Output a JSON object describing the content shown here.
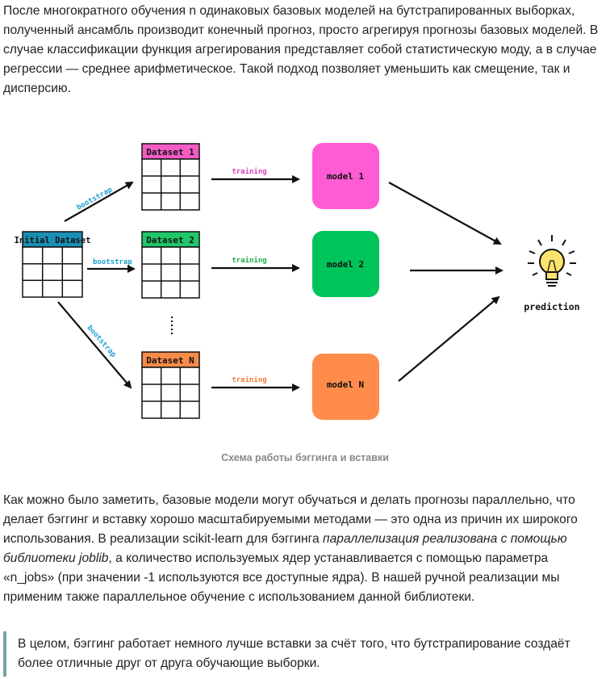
{
  "paragraph1": "После многократного обучения n одинаковых базовых моделей на бутстрапированных выборках, полученный ансамбль производит конечный прогноз, просто агрегируя прогнозы базовых моделей. В случае классификации функция агрегирования представляет собой статистическую моду, а в случае регрессии — среднее арифметическое. Такой подход позволяет уменьшить как смещение, так и дисперсию.",
  "diagram": {
    "initial_dataset": "Initial Dataset",
    "datasets": [
      "Dataset 1",
      "Dataset 2",
      "Dataset N"
    ],
    "models": [
      "model 1",
      "model 2",
      "model N"
    ],
    "bootstrap_label": "bootstrap",
    "training_label": "training",
    "prediction_label": "prediction",
    "colors": {
      "initial_header": "#1b8fb4",
      "dataset1_header": "#f25cc4",
      "dataset2_header": "#1fc76a",
      "datasetN_header": "#f68b4a",
      "model1": "#ff5bd3",
      "model2": "#00c459",
      "modelN": "#ff8c4a",
      "bootstrap_text": "#1b9fcf",
      "training_text": "#d93fbb",
      "training2_text": "#1fae4c",
      "trainingN_text": "#f07b3a",
      "bulb": "#fbe36e"
    }
  },
  "caption": "Схема работы бэггинга и вставки",
  "paragraph2": {
    "part1": "Как можно было заметить, базовые модели могут обучаться и делать прогнозы параллельно, что делает бэггинг и вставку хорошо масштабируемыми методами — это одна из причин их широкого использования. В реализации scikit-learn для бэггинга ",
    "italic": "параллелизация реализована с помощью библиотеки joblib",
    "part2": ", а количество используемых ядер устанавливается с помощью параметра «n_jobs» (при значении -1 используются все доступные ядра). В нашей ручной реализации мы применим также параллельное обучение с использованием данной библиотеки."
  },
  "quote": "В целом, бэггинг работает немного лучше вставки за счёт того, что бутстрапирование создаёт более отличные друг от друга обучающие выборки."
}
